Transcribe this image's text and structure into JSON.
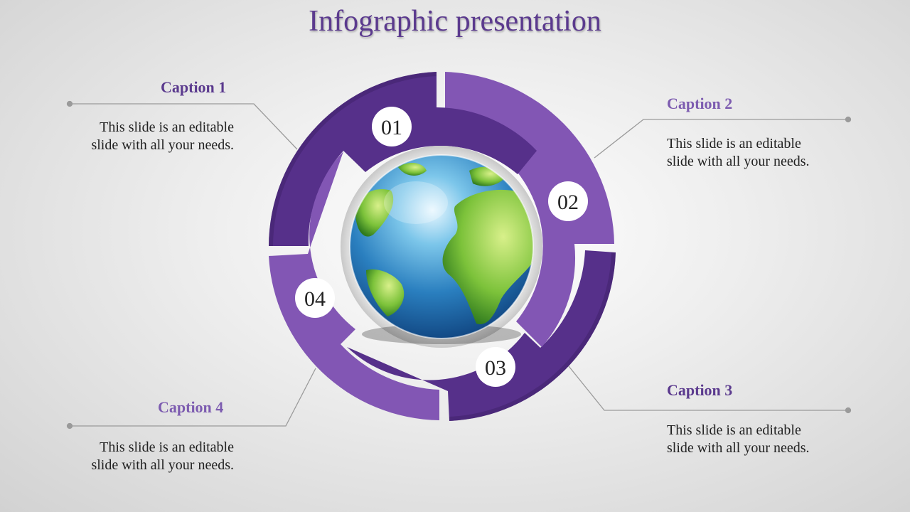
{
  "title": "Infographic presentation",
  "colors": {
    "purple_dark": "#56308a",
    "purple_light": "#8256b4",
    "caption": "#5b3a8e"
  },
  "segments": [
    {
      "number": "01",
      "caption": "Caption 1",
      "text_line1": "This slide is an editable",
      "text_line2": "slide with all your needs."
    },
    {
      "number": "02",
      "caption": "Caption 2",
      "text_line1": "This slide is an editable",
      "text_line2": "slide with all your needs."
    },
    {
      "number": "03",
      "caption": "Caption 3",
      "text_line1": "This slide is an editable",
      "text_line2": "slide with all your needs."
    },
    {
      "number": "04",
      "caption": "Caption 4",
      "text_line1": "This slide is an editable",
      "text_line2": "slide with all your needs."
    }
  ],
  "center_icon": "globe-icon"
}
